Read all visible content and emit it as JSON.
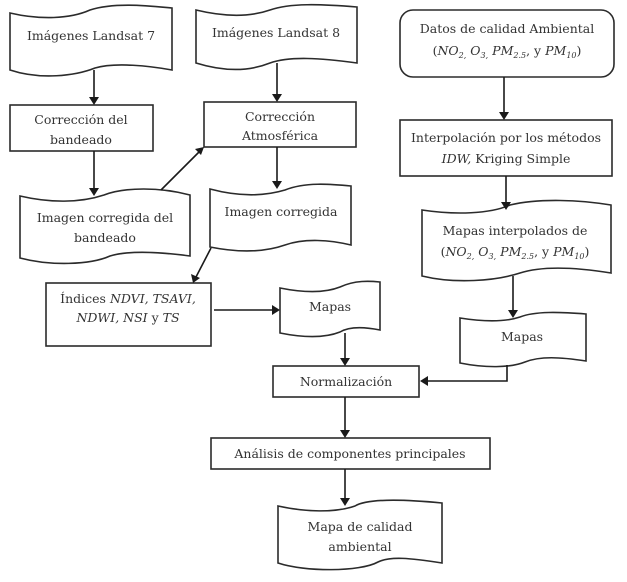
{
  "diagram": {
    "type": "flowchart",
    "nodes": {
      "landsat7": {
        "shape": "document",
        "lines": [
          "Imágenes Landsat 7"
        ]
      },
      "landsat8": {
        "shape": "document",
        "lines": [
          "Imágenes Landsat 8"
        ]
      },
      "air_data": {
        "shape": "rounded-rect",
        "line1": "Datos de calidad Ambiental",
        "formula": {
          "open": "(",
          "no": "NO",
          "no_sub": "2,",
          "o": " O",
          "o_sub": "3,",
          "pm": " PM",
          "pm_sub": "2.5",
          "sep": ", y ",
          "pm10": "PM",
          "pm10_sub": "10",
          "close": ")"
        }
      },
      "banding_fix": {
        "shape": "rect",
        "lines": [
          "Corrección del",
          "bandeado"
        ]
      },
      "atmos_fix": {
        "shape": "rect",
        "lines": [
          "Corrección",
          "Atmosférica"
        ]
      },
      "interp": {
        "shape": "rect",
        "line1": "Interpolación por los métodos",
        "line2_italic": "IDW,",
        "line2_rest": " Kriging Simple"
      },
      "banding_img": {
        "shape": "document",
        "lines": [
          "Imagen corregida del",
          "bandeado"
        ]
      },
      "corrected_img": {
        "shape": "document",
        "lines": [
          "Imagen corregida"
        ]
      },
      "interp_maps": {
        "shape": "document",
        "line1": "Mapas interpolados de",
        "formula": {
          "open": "(",
          "no": "NO",
          "no_sub": "2,",
          "o": " O",
          "o_sub": "3,",
          "pm": " PM",
          "pm_sub": "2.5",
          "sep": ", y ",
          "pm10": "PM",
          "pm10_sub": "10",
          "close": ")"
        }
      },
      "indices": {
        "shape": "rect",
        "l1_plain": "Índices ",
        "l1_italic": "NDVI, TSAVI,",
        "l2_italic_a": "NDWI, NSI",
        "l2_plain": " y ",
        "l2_italic_b": "TS"
      },
      "maps_left": {
        "shape": "document",
        "lines": [
          "Mapas"
        ]
      },
      "maps_right": {
        "shape": "document",
        "lines": [
          "Mapas"
        ]
      },
      "normalization": {
        "shape": "rect",
        "lines": [
          "Normalización"
        ]
      },
      "pca": {
        "shape": "rect",
        "lines": [
          "Análisis de componentes principales"
        ]
      },
      "quality_map": {
        "shape": "document",
        "lines": [
          "Mapa de calidad",
          "ambiental"
        ]
      }
    },
    "edges": [
      {
        "from": "landsat7",
        "to": "banding_fix"
      },
      {
        "from": "banding_fix",
        "to": "banding_img"
      },
      {
        "from": "banding_img",
        "to": "atmos_fix"
      },
      {
        "from": "landsat8",
        "to": "atmos_fix"
      },
      {
        "from": "atmos_fix",
        "to": "corrected_img"
      },
      {
        "from": "corrected_img",
        "to": "indices"
      },
      {
        "from": "indices",
        "to": "maps_left"
      },
      {
        "from": "maps_left",
        "to": "normalization"
      },
      {
        "from": "air_data",
        "to": "interp"
      },
      {
        "from": "interp",
        "to": "interp_maps"
      },
      {
        "from": "interp_maps",
        "to": "maps_right"
      },
      {
        "from": "maps_right",
        "to": "normalization"
      },
      {
        "from": "normalization",
        "to": "pca"
      },
      {
        "from": "pca",
        "to": "quality_map"
      }
    ]
  }
}
